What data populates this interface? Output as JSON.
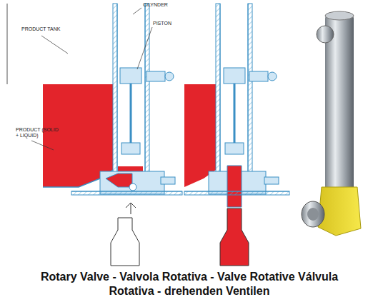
{
  "diagram": {
    "caption": "Rotary Valve - Valvola Rotativa - Valve Rotative Válvula Rotativa - drehenden Ventilen",
    "labels": [
      "PRODUCT TANK",
      "CILYNDER",
      "PISTON",
      "PRODUCT (SOLID + LIQUID)"
    ]
  }
}
